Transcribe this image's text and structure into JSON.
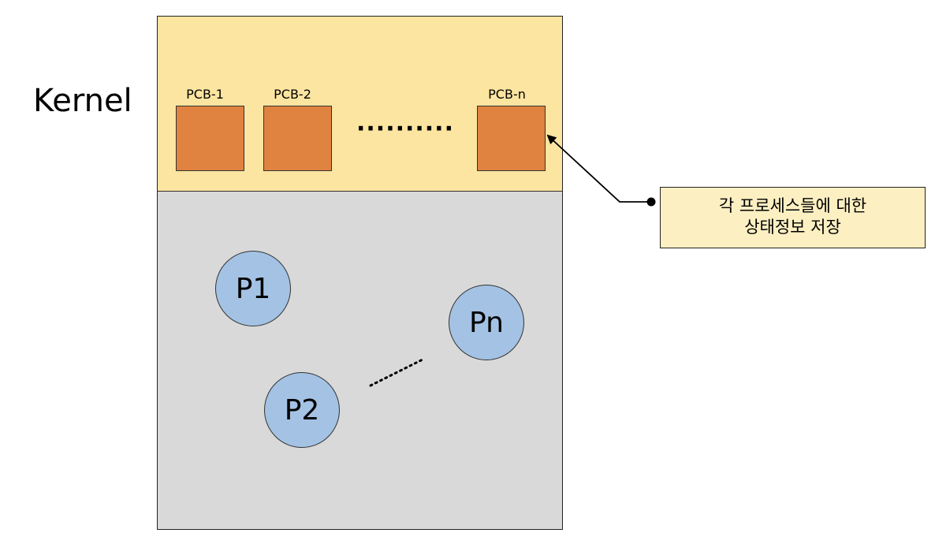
{
  "kernel_label": "Kernel",
  "pcbs": [
    {
      "label": "PCB-1"
    },
    {
      "label": "PCB-2"
    },
    {
      "label": "PCB-n"
    }
  ],
  "pcb_ellipsis": "··········",
  "processes": [
    {
      "label": "P1"
    },
    {
      "label": "P2"
    },
    {
      "label": "Pn"
    }
  ],
  "callout": {
    "line1": "각 프로세스들에 대한",
    "line2": "상태정보 저장"
  },
  "colors": {
    "kernel_area": "#fbe5a0",
    "user_area": "#d9d9d9",
    "pcb_fill": "#e08240",
    "process_fill": "#a4c2e4",
    "callout_fill": "#fcefc2"
  }
}
